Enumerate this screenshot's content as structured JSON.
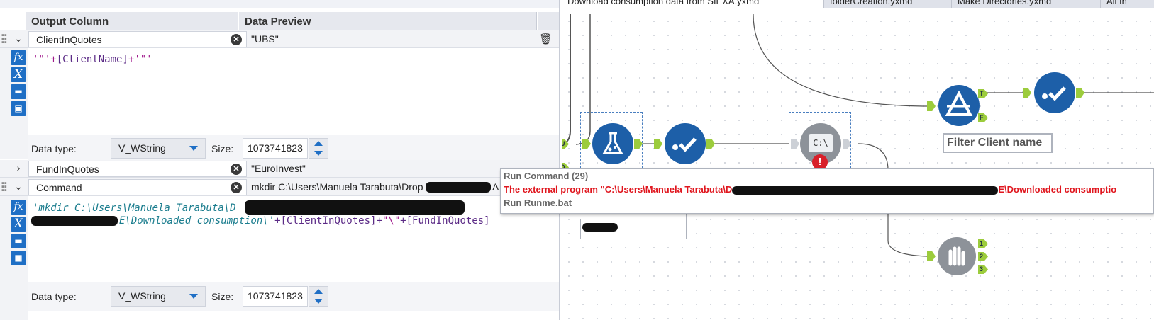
{
  "left_panel": {
    "columns": {
      "output": "Output Column",
      "preview": "Data Preview"
    },
    "rows": [
      {
        "name": "ClientInQuotes",
        "preview": "\"UBS\"",
        "expression": {
          "part1": "'\"'",
          "part2": "+",
          "part3": "[ClientName]",
          "part4": "+",
          "part5": "'\"'"
        },
        "data_type_label": "Data type:",
        "data_type": "V_WString",
        "size_label": "Size:",
        "size": "1073741823"
      },
      {
        "name": "FundInQuotes",
        "preview": "\"EuroInvest\""
      },
      {
        "name": "Command",
        "preview": "mkdir C:\\Users\\Manuela Tarabuta\\Drop",
        "preview_tail": "A G",
        "expression": {
          "line1": "'mkdir C:\\Users\\Manuela Tarabuta\\D",
          "line2_a": "E\\Downloaded consumption\\'",
          "line2_b": "+[ClientInQuotes]+",
          "line2_c": "\"\\\"",
          "line2_d": "+[FundInQuotes]"
        },
        "data_type_label": "Data type:",
        "data_type": "V_WString",
        "size_label": "Size:",
        "size": "1073741823"
      }
    ]
  },
  "canvas": {
    "tabs": [
      "Download consumption data from SIEXA.yxmd",
      "folderCreation.yxmd",
      "Make Directories.yxmd",
      "All In"
    ],
    "filter_label": "Filter Client name",
    "anchors": {
      "u": "U",
      "d": "D",
      "t": "T",
      "f": "F",
      "one": "1",
      "two": "2",
      "three": "3"
    },
    "run_icon_text": "C:\\",
    "error_mark": "!",
    "tooltip": {
      "title": "Run Command (29)",
      "error_prefix": "The external program  \"C:\\Users\\Manuela  Tarabuta\\D",
      "error_suffix": "E\\Downloaded  consumptio",
      "action": "Run Runme.bat"
    }
  }
}
